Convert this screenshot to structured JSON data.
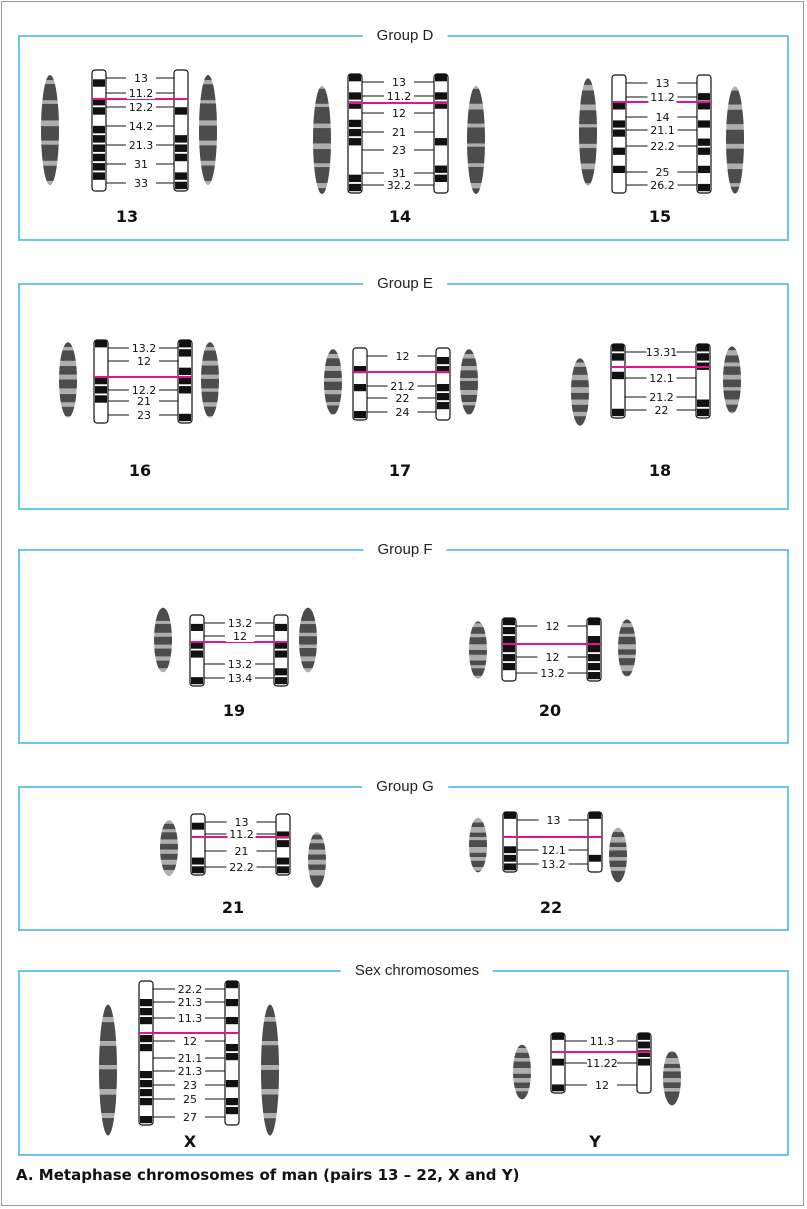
{
  "caption": "A. Metaphase chromosomes of man (pairs 13 – 22,  X and Y)",
  "groups": [
    {
      "title": "Group D"
    },
    {
      "title": "Group E"
    },
    {
      "title": "Group F"
    },
    {
      "title": "Group G"
    },
    {
      "title": "Sex chromosomes"
    }
  ],
  "chromosomes": [
    {
      "number": "13",
      "labels": [
        "13",
        "11.2",
        "12.2",
        "14.2",
        "21.3",
        "31",
        "33"
      ]
    },
    {
      "number": "14",
      "labels": [
        "13",
        "11.2",
        "12",
        "21",
        "23",
        "31",
        "32.2"
      ]
    },
    {
      "number": "15",
      "labels": [
        "13",
        "11.2",
        "14",
        "21.1",
        "22.2",
        "25",
        "26.2"
      ]
    },
    {
      "number": "16",
      "labels": [
        "13.2",
        "12",
        "12.2",
        "21",
        "23"
      ]
    },
    {
      "number": "17",
      "labels": [
        "12",
        "21.2",
        "22",
        "24"
      ]
    },
    {
      "number": "18",
      "labels": [
        "13.31",
        "12.1",
        "21.2",
        "22"
      ]
    },
    {
      "number": "19",
      "labels": [
        "13.2",
        "12",
        "13.2",
        "13.4"
      ]
    },
    {
      "number": "20",
      "labels": [
        "12",
        "12",
        "13.2"
      ]
    },
    {
      "number": "21",
      "labels": [
        "13",
        "11.2",
        "21",
        "22.2"
      ]
    },
    {
      "number": "22",
      "labels": [
        "13",
        "12.1",
        "13.2"
      ]
    },
    {
      "number": "X",
      "labels": [
        "22.2",
        "21.3",
        "11.3",
        "12",
        "21.1",
        "21.3",
        "23",
        "25",
        "27"
      ]
    },
    {
      "number": "Y",
      "labels": [
        "11.3",
        "11.22",
        "12"
      ]
    }
  ],
  "colors": {
    "frame": "#6cc6ea",
    "centromere_line": "#e0148c"
  }
}
